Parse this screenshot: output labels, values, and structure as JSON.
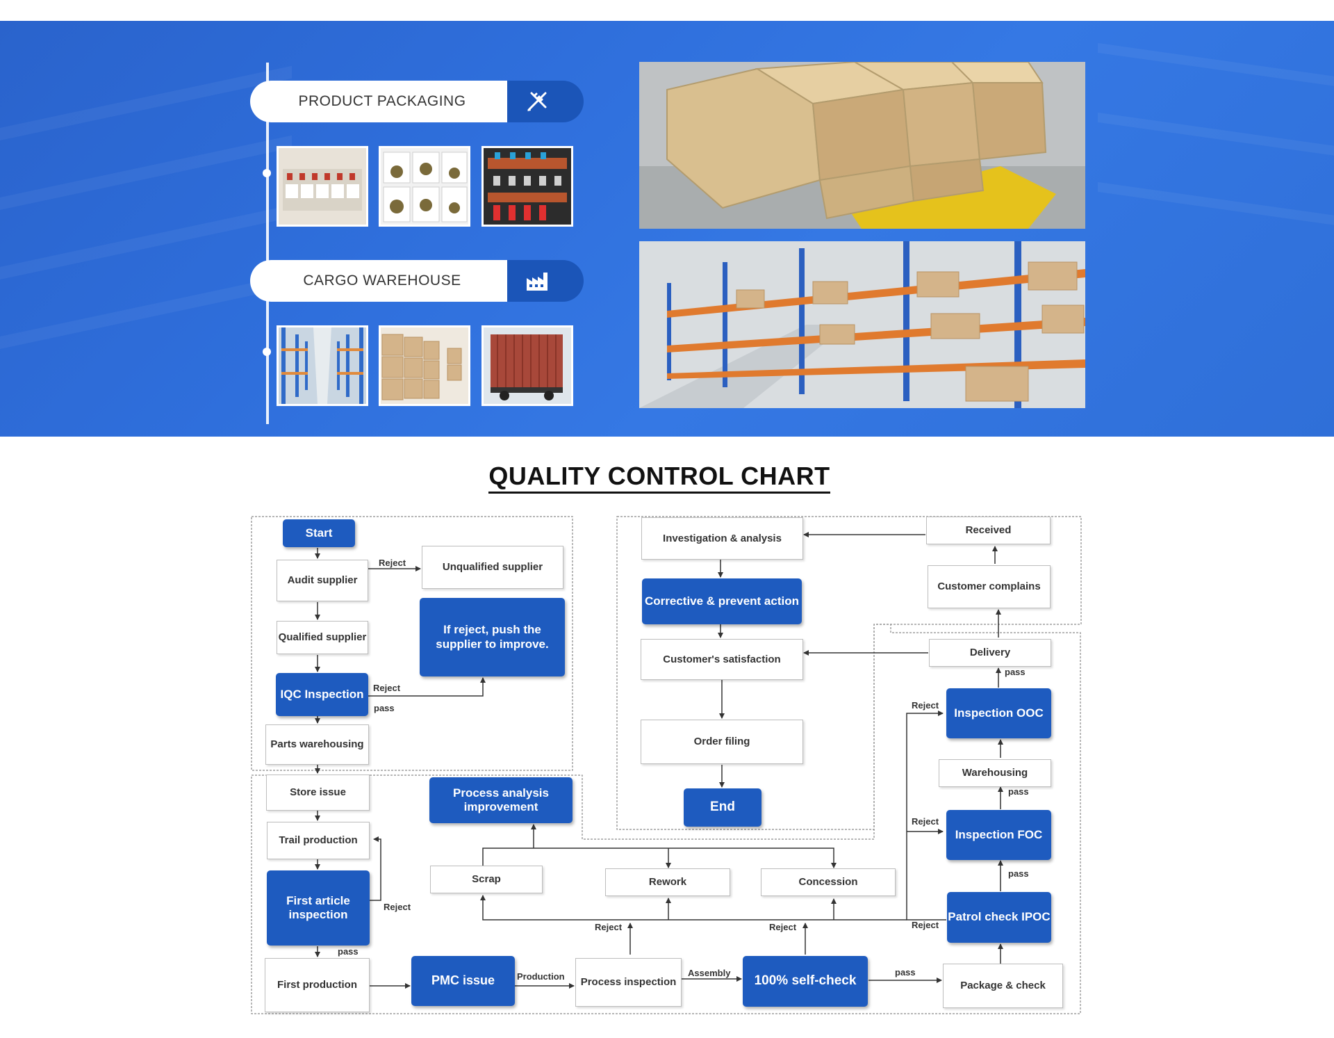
{
  "banner": {
    "packaging_label": "PRODUCT PACKAGING",
    "warehouse_label": "CARGO WAREHOUSE",
    "packaging_icon": "pencil-ruler-icon",
    "warehouse_icon": "factory-icon"
  },
  "quality": {
    "title": "QUALITY CONTROL CHART",
    "nodes": {
      "start": "Start",
      "audit_supplier": "Audit supplier",
      "unqualified_supplier": "Unqualified supplier",
      "qualified_supplier": "Qualified supplier",
      "push_supplier": "If reject, push the supplier to improve.",
      "iqc": "IQC Inspection",
      "parts_warehousing": "Parts warehousing",
      "store_issue": "Store issue",
      "trail_production": "Trail production",
      "first_article": "First article inspection",
      "first_production": "First production",
      "pmc_issue": "PMC issue",
      "process_inspection": "Process inspection",
      "self_check": "100% self-check",
      "package_check": "Package & check",
      "process_analysis": "Process analysis improvement",
      "scrap": "Scrap",
      "rework": "Rework",
      "concession": "Concession",
      "patrol_check": "Patrol check IPOC",
      "inspection_foc": "Inspection FOC",
      "warehousing": "Warehousing",
      "inspection_ooc": "Inspection OOC",
      "delivery": "Delivery",
      "customer_complains": "Customer complains",
      "received": "Received",
      "investigation": "Investigation & analysis",
      "corrective": "Corrective & prevent action",
      "satisfaction": "Customer's satisfaction",
      "order_filing": "Order filing",
      "end": "End"
    },
    "labels": {
      "reject": "Reject",
      "pass": "pass",
      "production": "Production",
      "assembly": "Assembly"
    }
  }
}
